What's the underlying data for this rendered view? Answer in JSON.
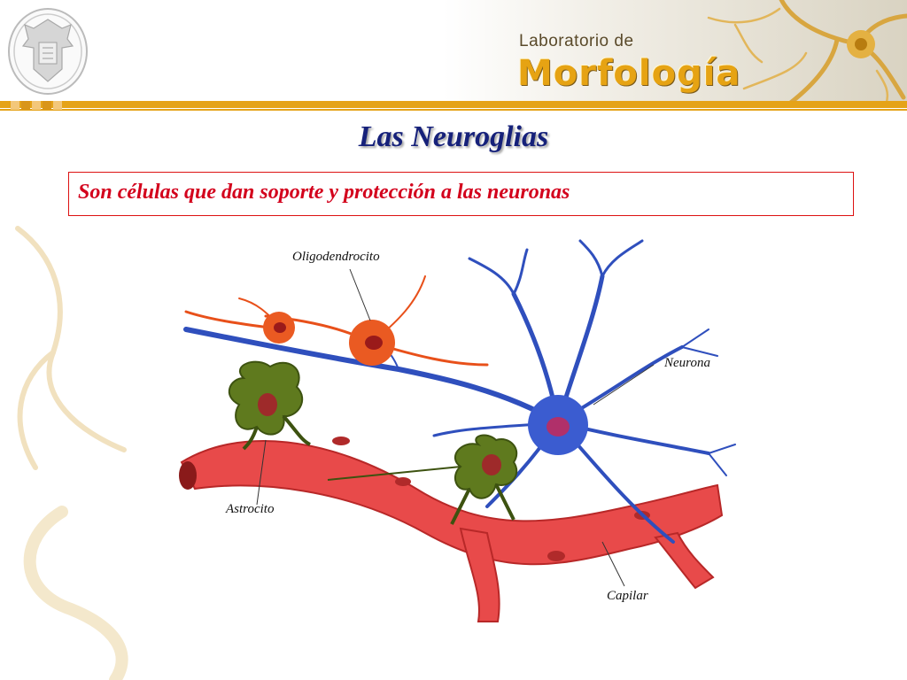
{
  "header": {
    "lab_line1": "Laboratorio  de",
    "lab_line2": "Morfología"
  },
  "slide": {
    "title": "Las  Neuroglias",
    "subtitle": "Son células que dan soporte y protección a las neuronas"
  },
  "diagram": {
    "labels": {
      "oligodendrocito": "Oligodendrocito",
      "neurona": "Neurona",
      "astrocito": "Astrocito",
      "capilar": "Capilar"
    }
  },
  "colors": {
    "gold": "#e5a318",
    "title_blue": "#16217a",
    "subtitle_red": "#d3001c",
    "neuron_blue": "#2f4fbd",
    "capillary_red": "#e23a3a",
    "astrocyte_green": "#5f7a1e",
    "oligodendrocyte_orange": "#e8501a"
  }
}
